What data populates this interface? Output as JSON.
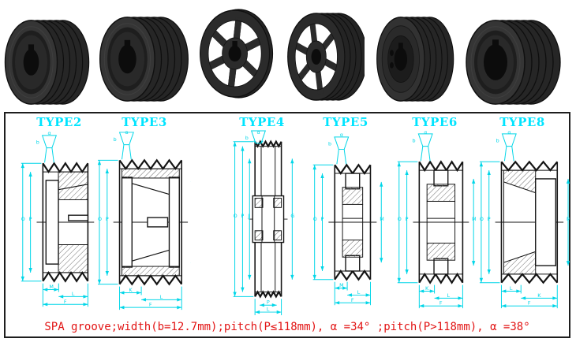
{
  "page": {
    "background": "#ffffff"
  },
  "photos": {
    "body_color": "#2b2b2b",
    "items": [
      {
        "name": "pulley-photo-1",
        "kind": "grooved-face-left",
        "grooves": 5,
        "bore": 11
      },
      {
        "name": "pulley-photo-2",
        "kind": "grooved-face-left",
        "grooves": 5,
        "bore": 12
      },
      {
        "name": "pulley-photo-3",
        "kind": "spoked-front",
        "spokes": 6
      },
      {
        "name": "pulley-photo-4",
        "kind": "spoked-angled",
        "spokes": 6,
        "grooves": 4
      },
      {
        "name": "pulley-photo-5",
        "kind": "taper-bore-face",
        "grooves": 5
      },
      {
        "name": "pulley-photo-6",
        "kind": "grooved-face-left",
        "grooves": 5,
        "bore": 15
      }
    ]
  },
  "panel": {
    "border_color": "#1e1e1e",
    "type_label_color": "#00e4ff",
    "dim_color": "#00d6e8",
    "line_color": "#141414",
    "caption_color": "#e21414",
    "angle_symbol_label": "α",
    "groove_width_label": "b",
    "types": [
      {
        "label": "TYPE2",
        "variant": "flange-left",
        "teeth": 4,
        "dims_left": [
          "O",
          "P"
        ],
        "dims_right": [],
        "dims_bottom": [
          "M",
          "L",
          "F"
        ]
      },
      {
        "label": "TYPE3",
        "variant": "taper-bush",
        "teeth": 5,
        "dims_left": [
          "O",
          "P"
        ],
        "dims_right": [
          "M"
        ],
        "dims_bottom": [
          "K",
          "L",
          "F"
        ]
      },
      {
        "label": "TYPE4",
        "variant": "spoked-web",
        "teeth": 5,
        "dims_left": [
          "O",
          "P",
          "J"
        ],
        "dims_right": [
          "G"
        ],
        "dims_bottom": [
          "P",
          "L"
        ]
      },
      {
        "label": "TYPE5",
        "variant": "stepped-hub",
        "teeth": 3,
        "dims_left": [
          "O",
          "P"
        ],
        "dims_right": [
          "M"
        ],
        "dims_bottom": [
          "M",
          "L",
          "F"
        ]
      },
      {
        "label": "TYPE6",
        "variant": "stepped-hub",
        "teeth": 4,
        "dims_left": [
          "O",
          "P"
        ],
        "dims_right": [
          "M"
        ],
        "dims_bottom": [
          "K",
          "L",
          "F"
        ]
      },
      {
        "label": "TYPE8",
        "variant": "solid-hub",
        "teeth": 4,
        "dims_left": [
          "O",
          "P"
        ],
        "dims_right": [
          "M"
        ],
        "dims_bottom": [
          "L",
          "K",
          "F"
        ]
      }
    ],
    "caption": "SPA groove;width(b=12.7mm);pitch(P≤118mm), α =34° ;pitch(P>118mm), α =38°"
  }
}
